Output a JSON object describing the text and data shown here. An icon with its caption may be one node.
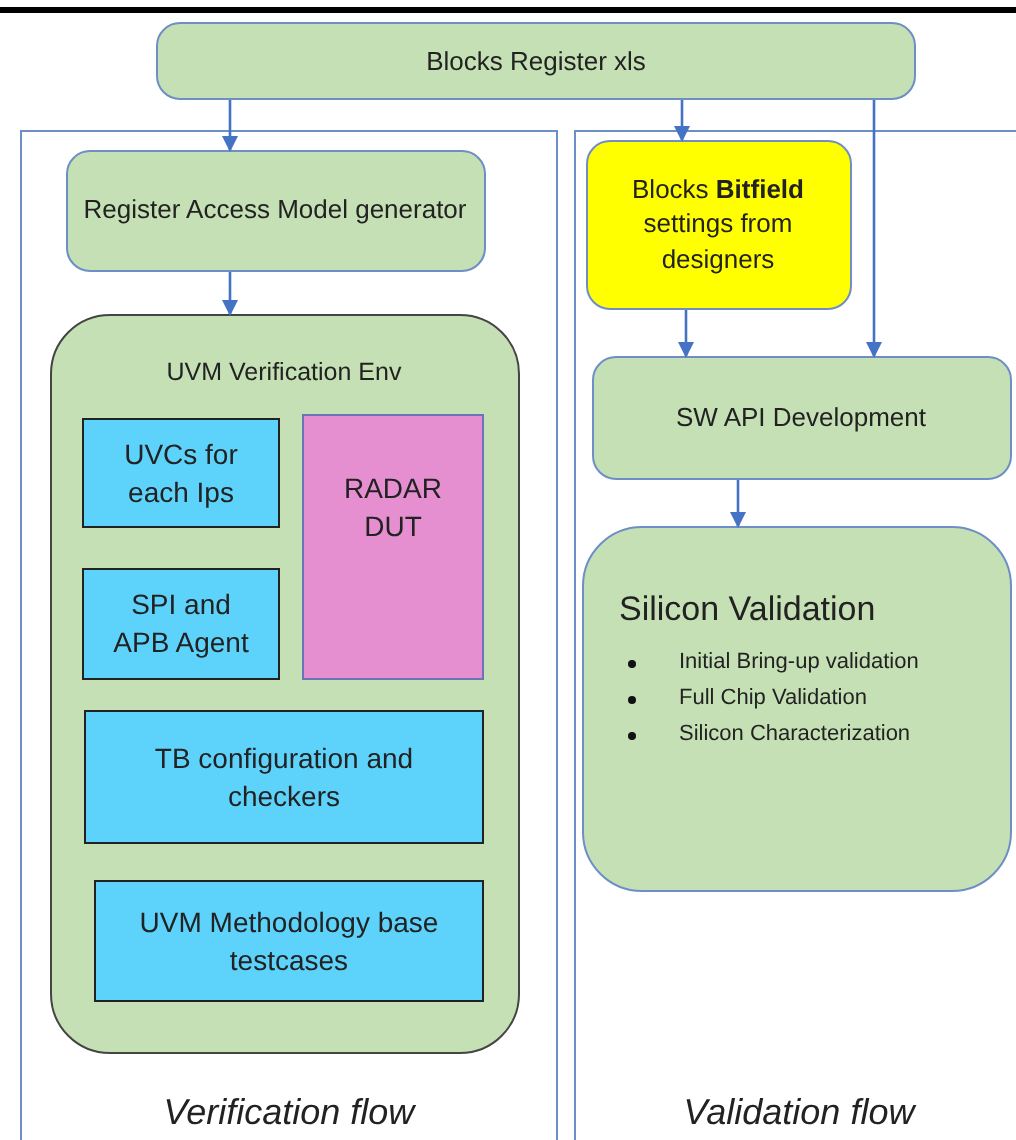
{
  "diagram": {
    "nodes": [
      {
        "text": [
          "Blocks Register xls"
        ]
      },
      {
        "text": [
          "Verification flow"
        ]
      },
      {
        "text": [
          "Register Access Model generator"
        ],
        "in": 1
      },
      {
        "text": [
          "UVM Verification Env"
        ],
        "in": 1
      },
      {
        "text": [
          "UVCs for each Ips"
        ],
        "in": 3
      },
      {
        "text": [
          "SPI and APB Agent"
        ],
        "in": 3
      },
      {
        "text": [
          "RADAR DUT"
        ],
        "in": 3
      },
      {
        "text": [
          "TB configuration and checkers"
        ],
        "in": 3
      },
      {
        "text": [
          "UVM Methodology base testcases"
        ],
        "in": 3
      },
      {
        "text": [
          "Validation flow"
        ]
      },
      {
        "text": [
          "Blocks **Bitfield** settings from designers"
        ],
        "in": 9
      },
      {
        "text": [
          "SW API Development"
        ],
        "in": 9
      },
      {
        "text": [
          "Silicon Validation",
          "Initial Bring-up validation",
          "Full Chip Validation",
          "Silicon Characterization"
        ],
        "in": 9
      }
    ],
    "edges": [
      {
        "from": 0,
        "to": 2,
        "arrow": "to"
      },
      {
        "from": 2,
        "to": 3,
        "arrow": "to"
      },
      {
        "from": 0,
        "to": 10,
        "arrow": "to"
      },
      {
        "from": 10,
        "to": 11,
        "arrow": "to"
      },
      {
        "from": 0,
        "to": 11,
        "arrow": "to"
      },
      {
        "from": 11,
        "to": 12,
        "arrow": "to"
      }
    ]
  }
}
